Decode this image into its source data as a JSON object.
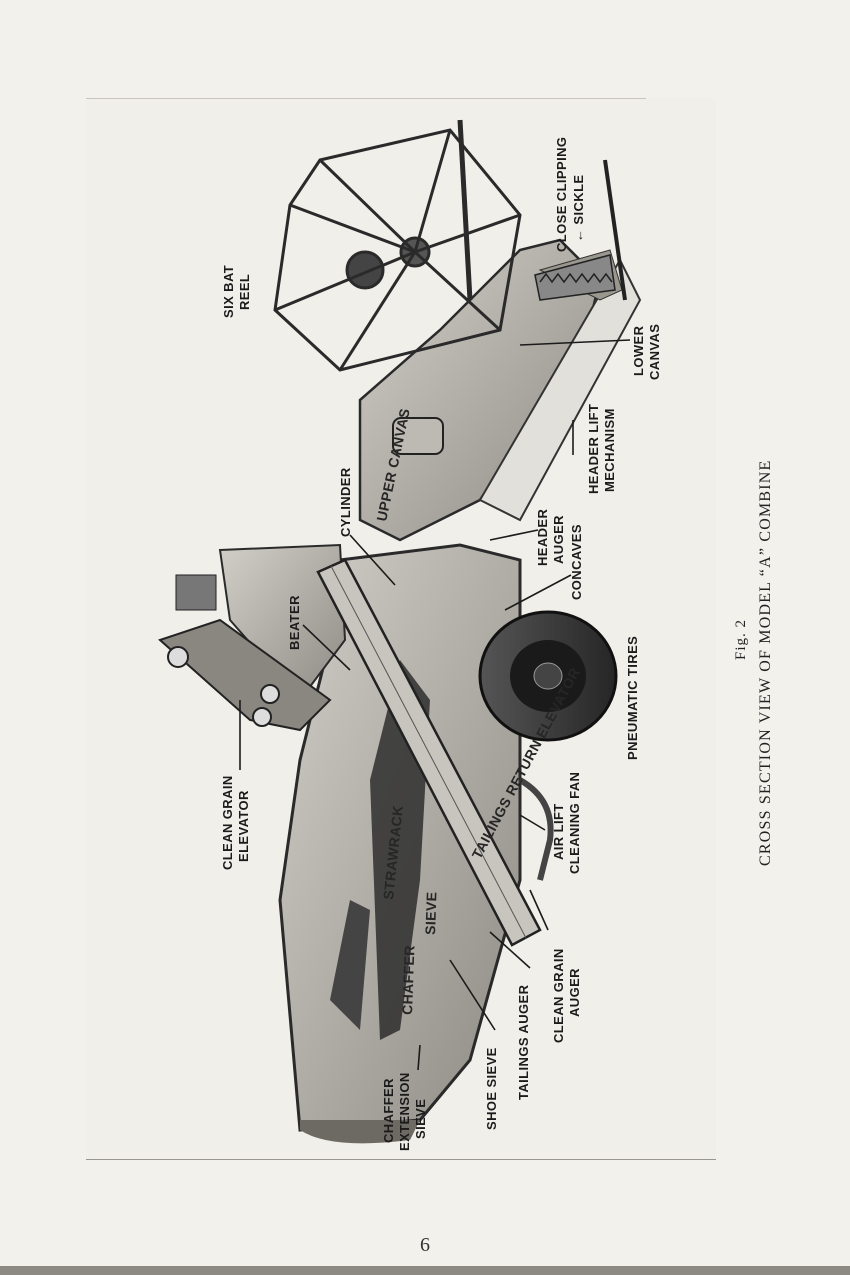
{
  "figure": {
    "number": "Fig. 2",
    "title": "CROSS SECTION VIEW OF MODEL “A” COMBINE"
  },
  "labels": {
    "six_bat_reel": [
      "SIX BAT",
      "REEL"
    ],
    "close_clipping_sickle": [
      "CLOSE CLIPPING",
      "← SICKLE"
    ],
    "lower_canvas": [
      "LOWER",
      "CANVAS"
    ],
    "header_lift_mechanism": [
      "HEADER LIFT",
      "MECHANISM"
    ],
    "header_auger": [
      "HEADER",
      "AUGER"
    ],
    "concaves": "CONCAVES",
    "cylinder": "CYLINDER",
    "upper_canvas": "UPPER CANVAS",
    "beater": "BEATER",
    "pneumatic_tires": "PNEUMATIC   TIRES",
    "tailings_return_elevator": "TAILINGS RETURN ELEVATOR",
    "clean_grain_elevator": [
      "CLEAN GRAIN",
      "ELEVATOR"
    ],
    "strawrack": "STRAWRACK",
    "air_lift_cleaning_fan": [
      "AIR LIFT",
      "CLEANING FAN"
    ],
    "sieve": "SIEVE",
    "chaffer": "CHAFFER",
    "clean_grain_auger": [
      "CLEAN GRAIN",
      "AUGER"
    ],
    "tailings_auger": "TAILINGS AUGER",
    "shoe_sieve": "SHOE   SIEVE",
    "chaffer_extension_sieve": [
      "CHAFFER",
      "EXTENSION",
      "SIEVE"
    ]
  },
  "page_number": "6",
  "colors": {
    "paper": "#f3f1ec",
    "ink": "#1b1b1b",
    "metal_dark": "#3a3a3a",
    "metal_light": "#b8b5ae"
  }
}
